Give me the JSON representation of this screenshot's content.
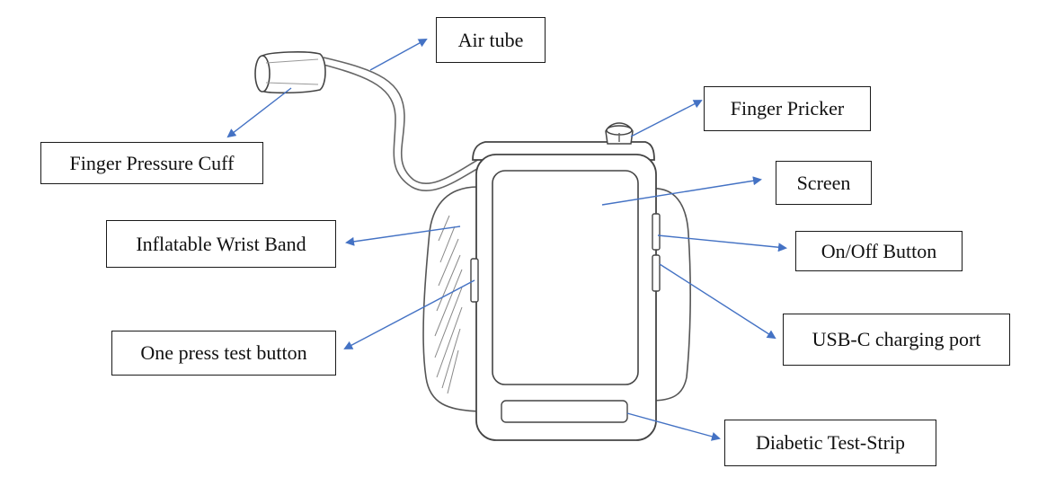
{
  "labels": {
    "air_tube": "Air tube",
    "finger_pressure_cuff": "Finger Pressure Cuff",
    "finger_pricker": "Finger Pricker",
    "screen": "Screen",
    "inflatable_wrist_band": "Inflatable Wrist Band",
    "on_off_button": "On/Off Button",
    "one_press_test_button": "One press test button",
    "usb_c_charging_port": "USB-C charging port",
    "diabetic_test_strip": "Diabetic Test-Strip"
  },
  "colors": {
    "sketch_line": "#555555",
    "arrow": "#4472c4",
    "label_border": "#1a1a1a"
  }
}
